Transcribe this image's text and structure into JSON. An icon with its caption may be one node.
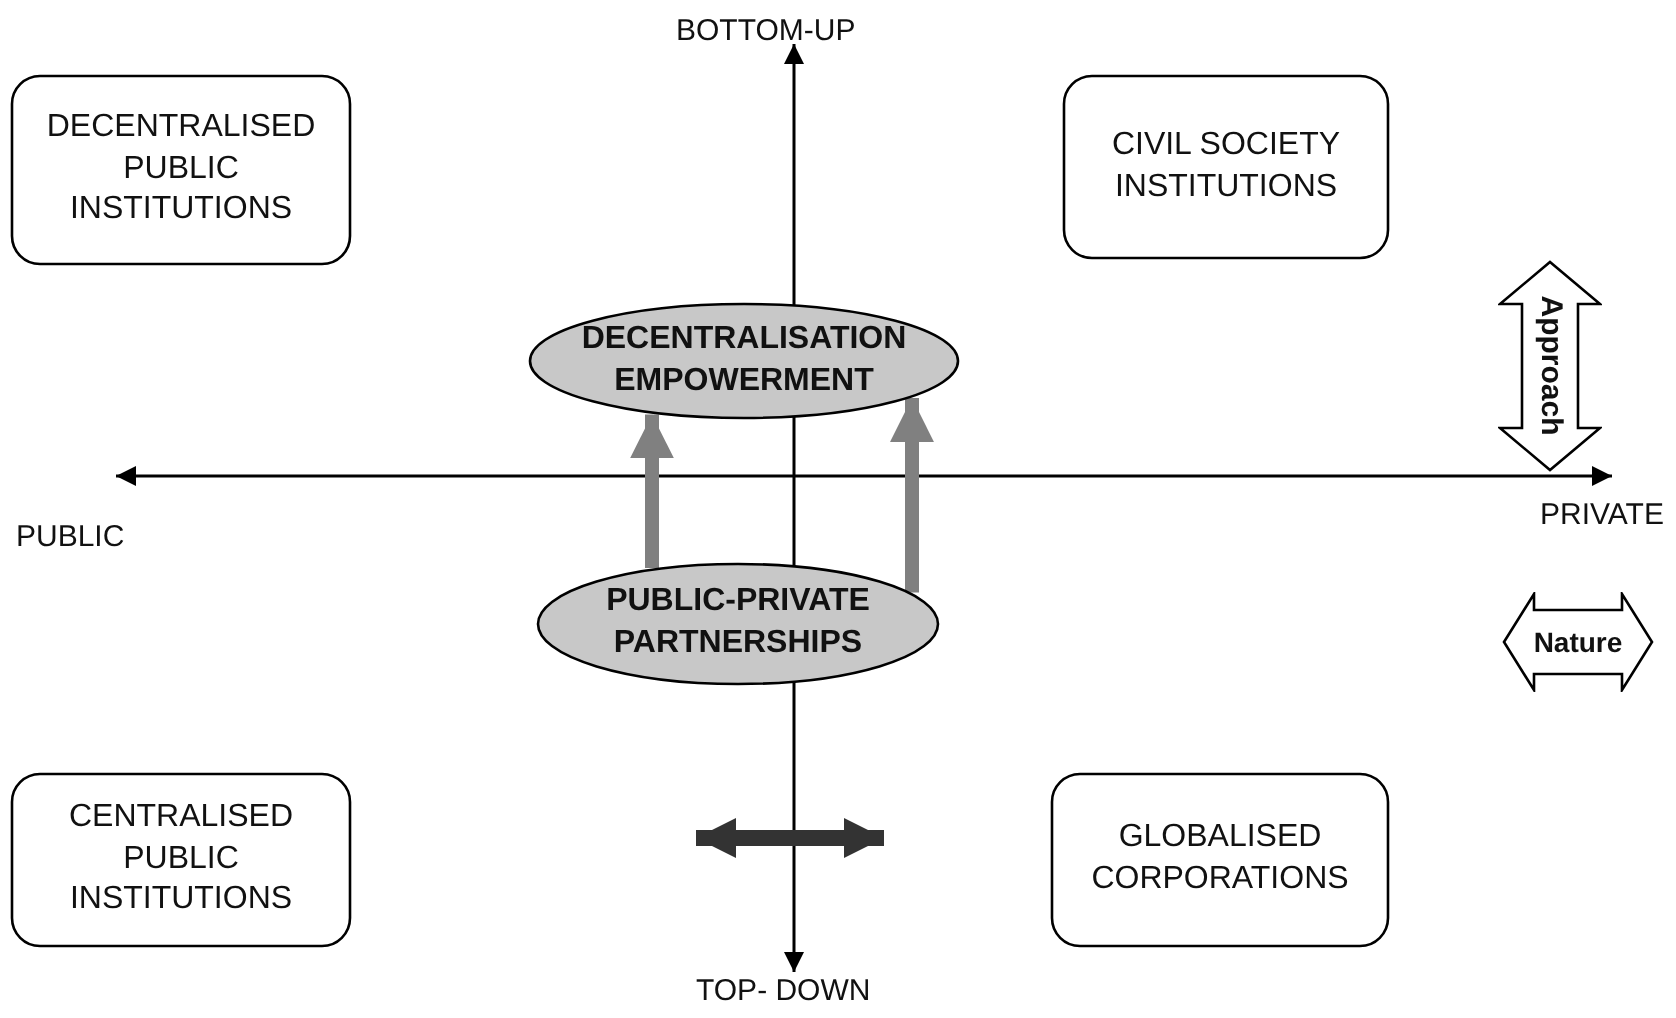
{
  "diagram": {
    "nodes": [
      {
        "text": [
          "DECENTRALISED PUBLIC INSTITUTIONS"
        ]
      },
      {
        "text": [
          "CIVIL SOCIETY INSTITUTIONS"
        ]
      },
      {
        "text": [
          "DECENTRALISATION EMPOWERMENT"
        ]
      },
      {
        "text": [
          "PUBLIC-PRIVATE PARTNERSHIPS"
        ]
      },
      {
        "text": [
          "CENTRALISED PUBLIC INSTITUTIONS"
        ]
      },
      {
        "text": [
          "GLOBALISED CORPORATIONS"
        ]
      },
      {
        "text": [
          "Approach"
        ]
      },
      {
        "text": [
          "Nature"
        ]
      }
    ],
    "edges": [
      {
        "from": 3,
        "to": 2,
        "arrow": "to"
      },
      {
        "from": 3,
        "to": 2,
        "arrow": "to"
      }
    ],
    "labels": [
      "BOTTOM-UP",
      "PUBLIC",
      "PRIVATE",
      "TOP- DOWN"
    ]
  }
}
